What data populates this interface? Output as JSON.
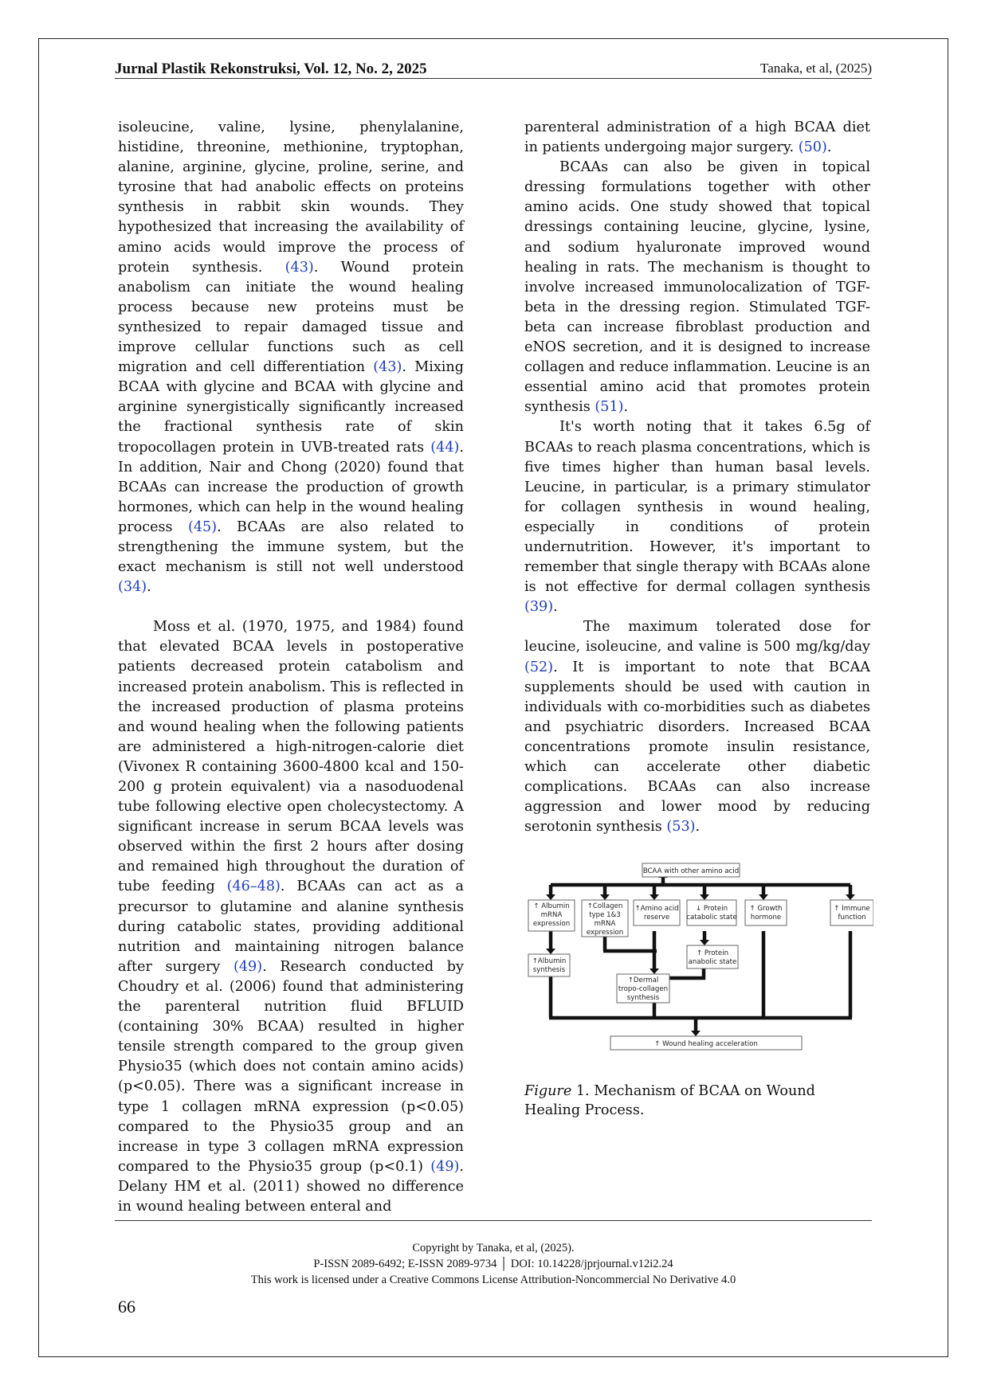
{
  "header": {
    "journal": "Jurnal Plastik Rekonstruksi, Vol. 12, No. 2, 2025",
    "authors": "Tanaka, et al, (2025)"
  },
  "left_column": {
    "p1_a": "isoleucine, valine, lysine, phenylalanine, histidine, threonine, methionine, tryptophan, alanine, arginine, glycine, proline, serine, and tyrosine that had anabolic effects on proteins synthesis in rabbit skin wounds. They hypothesized that increasing the availability of amino acids would improve the process of protein synthesis. ",
    "p1_ref1": "(43)",
    "p1_b": ". Wound protein anabolism can initiate the wound healing process because new proteins must be synthesized to repair damaged tissue and improve cellular functions such as cell migration and cell differentiation ",
    "p1_ref2": "(43)",
    "p1_c": ". Mixing BCAA with glycine and BCAA with glycine and arginine synergistically significantly increased the fractional synthesis rate of skin tropocollagen protein in UVB-treated rats ",
    "p1_ref3": "(44)",
    "p1_d": ". In addition, Nair and Chong (2020) found that BCAAs can increase the production of growth hormones, which can help in the wound healing process ",
    "p1_ref4": "(45)",
    "p1_e": ". BCAAs are also related to strengthening the immune system, but the exact mechanism is still not well understood  ",
    "p1_ref5": "(34)",
    "p1_f": ".",
    "p2_a": "Moss et al. (1970, 1975, and 1984) found that elevated BCAA levels in postoperative patients decreased protein catabolism and increased protein anabolism. This is reflected in the increased production of plasma proteins and wound healing when the following patients are administered a high-nitrogen-calorie diet (Vivonex R containing 3600-4800 kcal and 150-200 g protein equivalent) via a nasoduodenal tube following elective open cholecystectomy. A significant increase in serum BCAA levels was observed within the first 2 hours after dosing and remained high throughout the duration of tube feeding ",
    "p2_ref1": "(46–48)",
    "p2_b": ". BCAAs can act as a precursor to glutamine and alanine synthesis during catabolic states, providing additional nutrition and maintaining nitrogen balance after surgery ",
    "p2_ref2": "(49)",
    "p2_c": ". Research conducted by Choudry et al. (2006) found that administering the parenteral nutrition fluid BFLUID (containing 30% BCAA) resulted in higher tensile strength compared to the group given Physio35 (which does not contain amino acids) (p<0.05). There was a significant increase in type 1 collagen mRNA expression (p<0.05) compared to the Physio35 group and an increase in type 3 collagen mRNA expression compared to the Physio35 group (p<0.1) ",
    "p2_ref3": "(49)",
    "p2_d": ". Delany HM et al. (2011) showed no difference in wound healing between enteral and"
  },
  "right_column": {
    "p1_a": "parenteral administration of a high BCAA diet in patients undergoing major surgery. ",
    "p1_ref": "(50)",
    "p1_b": ".",
    "p2_a": "BCAAs can also be given in topical dressing formulations together with other amino acids. One study showed that topical dressings containing leucine, glycine, lysine, and sodium hyaluronate improved wound healing in rats. The mechanism is thought to involve increased immunolocalization of TGF-beta in the dressing region. Stimulated TGF-beta can increase fibroblast production and eNOS secretion, and it is designed to increase collagen and reduce inflammation. Leucine is an essential amino acid that promotes protein synthesis ",
    "p2_ref": "(51)",
    "p2_b": ".",
    "p3_a": "It's worth noting that it takes 6.5g of BCAAs to reach plasma concentrations, which is five times higher than human basal levels. Leucine, in particular, is a primary stimulator for collagen synthesis in wound healing, especially in conditions of protein undernutrition. However, it's important to remember that single therapy with BCAAs alone is not effective for dermal collagen synthesis ",
    "p3_ref": "(39)",
    "p3_b": ".",
    "p4_a": "The maximum tolerated dose for leucine, isoleucine, and valine is 500 mg/kg/day ",
    "p4_ref": "(52)",
    "p4_b": ". It is important to note that BCAA supplements should be used with caution in individuals with co-morbidities such as diabetes and psychiatric disorders. Increased BCAA concentrations promote insulin resistance, which can accelerate other diabetic complications. BCAAs can also increase aggression and lower mood by reducing serotonin synthesis ",
    "p4_ref2": "(53)",
    "p4_b2": "."
  },
  "figure": {
    "top": "BCAA with other amino acid",
    "albumin_mrna": [
      "↑ Albumin",
      "mRNA",
      "expression"
    ],
    "collagen_mrna": [
      "↑Collagen",
      "type 1&3",
      "mRNA",
      "expression"
    ],
    "amino_reserve": [
      "↑Amino acid",
      "reserve"
    ],
    "protein_catabolic": [
      "↓ Protein",
      "catabolic state"
    ],
    "growth_hormone": [
      "↑ Growth",
      "hormone"
    ],
    "immune_function": [
      "↑ Immune",
      "function"
    ],
    "albumin_synthesis": [
      "↑Albumin",
      "synthesis"
    ],
    "dermal_tropocollagen": [
      "↑Dermal",
      "tropo-collagen",
      "synthesis"
    ],
    "protein_anabolic": [
      "↑ Protein",
      "anabolic state"
    ],
    "bottom": "↑ Wound healing acceleration",
    "caption_label": "Figure",
    "caption_text": " 1. Mechanism of BCAA on Wound Healing Process."
  },
  "footer": {
    "copyright": "Copyright by Tanaka, et al, (2025).",
    "issn": "P-ISSN 2089-6492; E-ISSN 2089-9734 │ DOI: 10.14228/jprjournal.v12i2.24",
    "license": "This work is licensed under a Creative Commons License Attribution-Noncommercial No Derivative 4.0",
    "page_number": "66"
  }
}
